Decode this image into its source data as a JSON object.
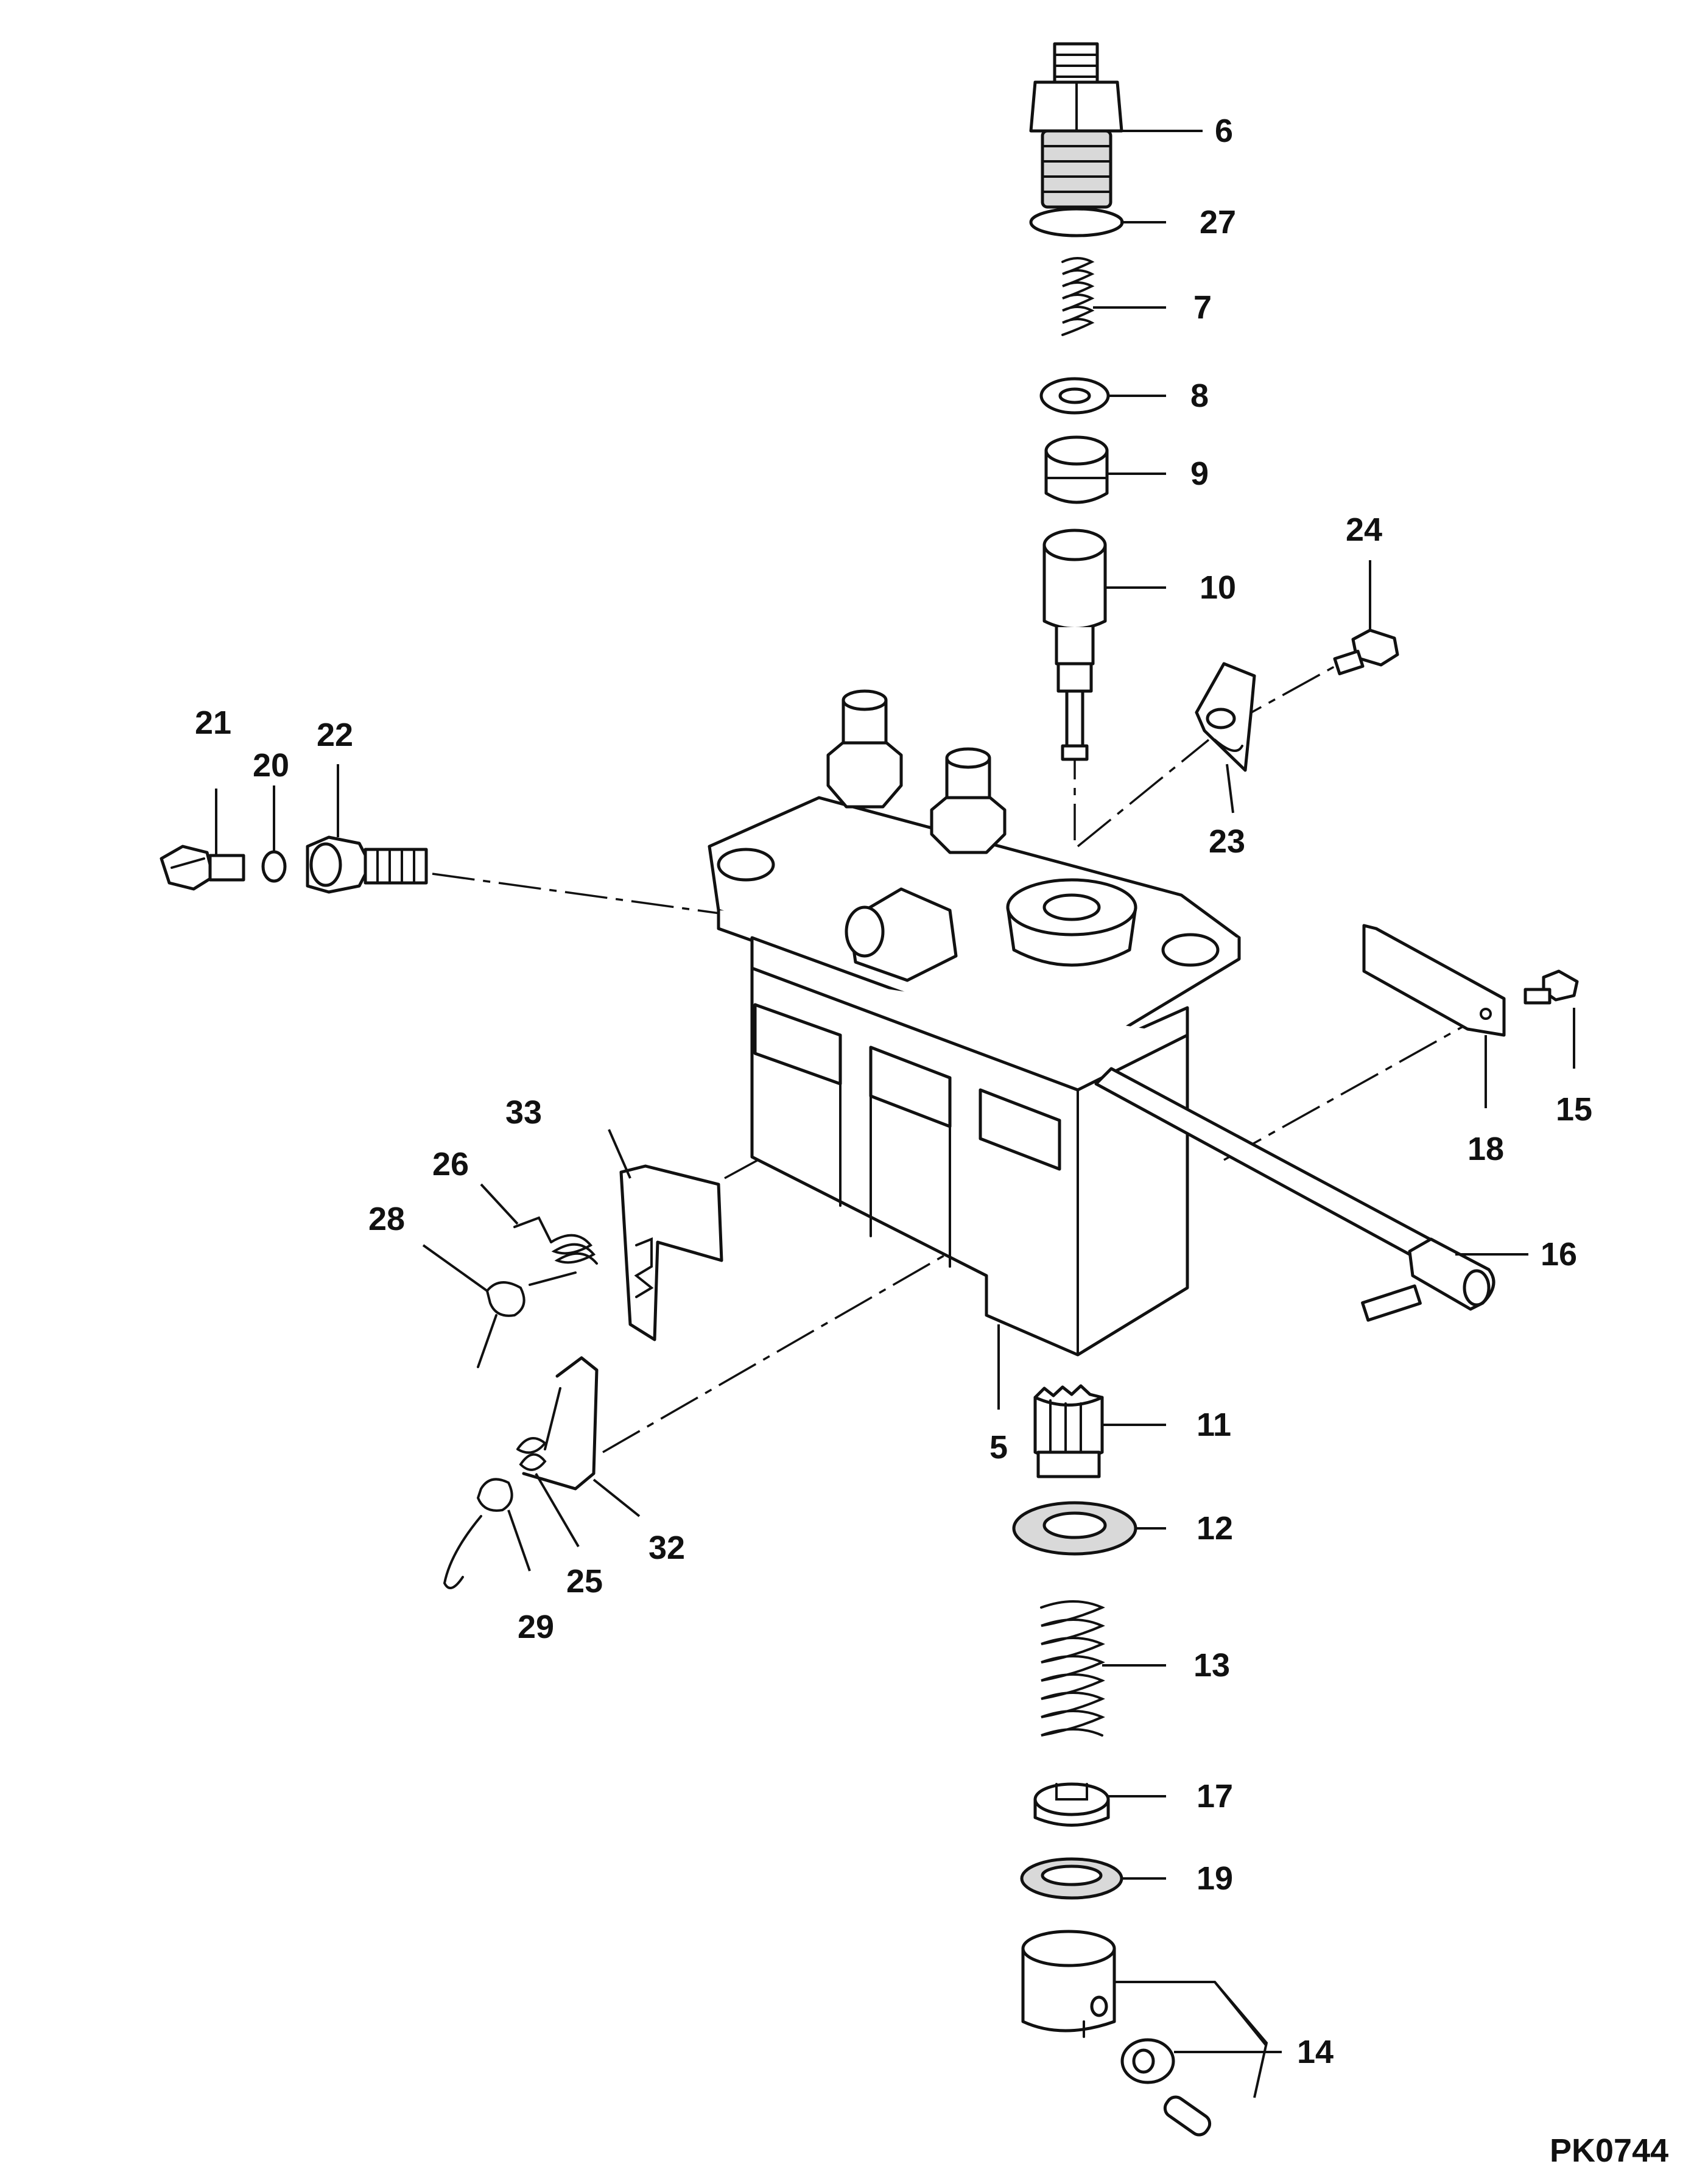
{
  "figure_code": "PK0744",
  "callouts": [
    {
      "id": "c6",
      "label": "6"
    },
    {
      "id": "c27",
      "label": "27"
    },
    {
      "id": "c7",
      "label": "7"
    },
    {
      "id": "c8",
      "label": "8"
    },
    {
      "id": "c9",
      "label": "9"
    },
    {
      "id": "c10",
      "label": "10"
    },
    {
      "id": "c24",
      "label": "24"
    },
    {
      "id": "c23",
      "label": "23"
    },
    {
      "id": "c21",
      "label": "21"
    },
    {
      "id": "c20",
      "label": "20"
    },
    {
      "id": "c22",
      "label": "22"
    },
    {
      "id": "c15",
      "label": "15"
    },
    {
      "id": "c18",
      "label": "18"
    },
    {
      "id": "c16",
      "label": "16"
    },
    {
      "id": "c33",
      "label": "33"
    },
    {
      "id": "c26",
      "label": "26"
    },
    {
      "id": "c28",
      "label": "28"
    },
    {
      "id": "c5",
      "label": "5"
    },
    {
      "id": "c11",
      "label": "11"
    },
    {
      "id": "c12",
      "label": "12"
    },
    {
      "id": "c32",
      "label": "32"
    },
    {
      "id": "c25",
      "label": "25"
    },
    {
      "id": "c29",
      "label": "29"
    },
    {
      "id": "c13",
      "label": "13"
    },
    {
      "id": "c17",
      "label": "17"
    },
    {
      "id": "c19",
      "label": "19"
    },
    {
      "id": "c14",
      "label": "14"
    }
  ]
}
